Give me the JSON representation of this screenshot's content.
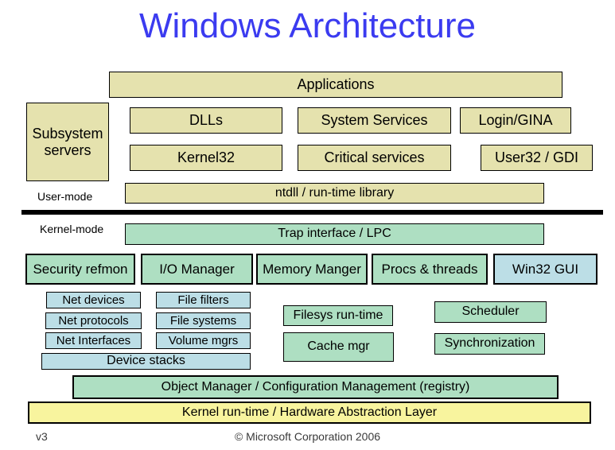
{
  "page": {
    "title": "Windows Architecture"
  },
  "colors": {
    "title": "#3B3BF0",
    "tan": "#E5E2AE",
    "green": "#AEDFC2",
    "blue": "#BCDEE6",
    "yellow": "#F8F49E",
    "border": "#000000"
  },
  "labels": {
    "user_mode": "User-mode",
    "kernel_mode": "Kernel-mode"
  },
  "boxes": {
    "applications": "Applications",
    "subsystem_servers": "Subsystem servers",
    "dlls": "DLLs",
    "system_services": "System Services",
    "login_gina": "Login/GINA",
    "kernel32": "Kernel32",
    "critical_services": "Critical services",
    "user32_gdi": "User32 / GDI",
    "ntdll": "ntdll / run-time library",
    "trap_interface": "Trap interface / LPC",
    "security_refmon": "Security refmon",
    "io_manager": "I/O Manager",
    "memory_manager": "Memory Manger",
    "procs_threads": "Procs & threads",
    "win32_gui": "Win32 GUI",
    "net_devices": "Net devices",
    "file_filters": "File filters",
    "net_protocols": "Net protocols",
    "file_systems": "File systems",
    "net_interfaces": "Net Interfaces",
    "volume_mgrs": "Volume mgrs",
    "device_stacks": "Device stacks",
    "filesys_runtime": "Filesys run-time",
    "cache_mgr": "Cache mgr",
    "scheduler": "Scheduler",
    "synchronization": "Synchronization",
    "object_manager": "Object Manager / Configuration Management (registry)",
    "kernel_runtime": "Kernel run-time / Hardware Abstraction Layer"
  },
  "footer": {
    "version": "v3",
    "copyright": "© Microsoft Corporation 2006"
  }
}
